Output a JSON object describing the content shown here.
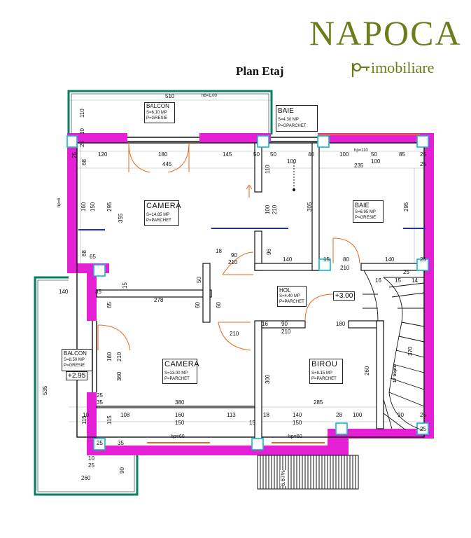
{
  "header": {
    "brand_name": "NAPOCA",
    "brand_sub": "imobiliare",
    "plan_title": "Plan Etaj"
  },
  "rooms": {
    "balcon_top": {
      "name": "BALCON",
      "area": "S=6.10 MP",
      "floor": "P=GRESIE"
    },
    "baie_top": {
      "name": "BAIE",
      "area": "S=4.30 MP",
      "floor": "P=GPARCHET"
    },
    "camera_1": {
      "name": "CAMERA",
      "area": "S=14.85 MP",
      "floor": "P=PARCHET"
    },
    "baie_right": {
      "name": "BAIE",
      "area": "S=6.95 MP",
      "floor": "P=GRESIE"
    },
    "hol": {
      "name": "HOL",
      "area": "S=4.40 MP",
      "floor": "P=PARCHET"
    },
    "balcon_left": {
      "name": "BALCON",
      "area": "S=8.50 MP",
      "floor": "P=GRESIE"
    },
    "camera_2": {
      "name": "CAMERA",
      "area": "S=13.00 MP",
      "floor": "P=PARCHET"
    },
    "birou": {
      "name": "BIROU",
      "area": "S=8.15 MP",
      "floor": "P=PARCHET"
    }
  },
  "levels": {
    "main": "+3.00",
    "balcony": "+2.95"
  },
  "notes": {
    "hb": "hb=1.00",
    "hp_110": "hp=110",
    "hp_left": "hp=6",
    "hp_60_a": "hp=60",
    "hp_60_b": "hp=60",
    "slope": "6.67%",
    "stair": "17 trepte"
  },
  "dimensions": {
    "d510": "510",
    "d110a": "110",
    "d10a": "10",
    "d25a": "25",
    "d120": "120",
    "d180a": "180",
    "d445": "445",
    "d145": "145",
    "d50a": "50",
    "d50b": "50",
    "d40": "40",
    "d100a": "100",
    "d50c": "50",
    "d85": "85",
    "d25b": "25",
    "d100b": "100",
    "d235": "235",
    "d100c": "100",
    "d25c": "25",
    "d68a": "68",
    "d25d": "25",
    "d110b": "110",
    "d160": "160",
    "d150a": "150",
    "d295a": "295",
    "d355": "355",
    "d100d": "100",
    "d210a": "210",
    "d305": "305",
    "d295b": "295",
    "d68b": "68",
    "d65a": "65",
    "d18a": "18",
    "d90a": "90",
    "d210b": "210",
    "d96": "96",
    "d140a": "140",
    "d15a": "15",
    "d80": "80",
    "d210c": "210",
    "d140b": "140",
    "d25e": "25",
    "d25f": "25",
    "d140c": "140",
    "d35a": "35",
    "d15b": "15",
    "d278": "278",
    "d50d": "50",
    "d60a": "60",
    "d60b": "60",
    "d16a": "16",
    "d15c": "15",
    "d14": "14",
    "d65b": "65",
    "d16b": "16",
    "d90b": "90",
    "d210d": "210",
    "d180b": "180",
    "d210e": "210",
    "d180c": "180",
    "d210f": "210",
    "d360": "360",
    "d300": "300",
    "d260a": "260",
    "d370": "370",
    "d535": "535",
    "d25g": "25",
    "d35b": "35",
    "d380": "380",
    "d285": "285",
    "d10b": "10",
    "d108": "108",
    "d160b": "160",
    "d113": "113",
    "d18b": "18",
    "d140d": "140",
    "d28": "28",
    "d100e": "100",
    "d90c": "90",
    "d25h": "25",
    "d115a": "115",
    "d150b": "150",
    "d15d": "15",
    "d150c": "150",
    "d25i": "25",
    "d35c": "35",
    "d10c": "10",
    "d25j": "25",
    "d90d": "90",
    "d260b": "260",
    "d115b": "115",
    "d25k": "25"
  }
}
